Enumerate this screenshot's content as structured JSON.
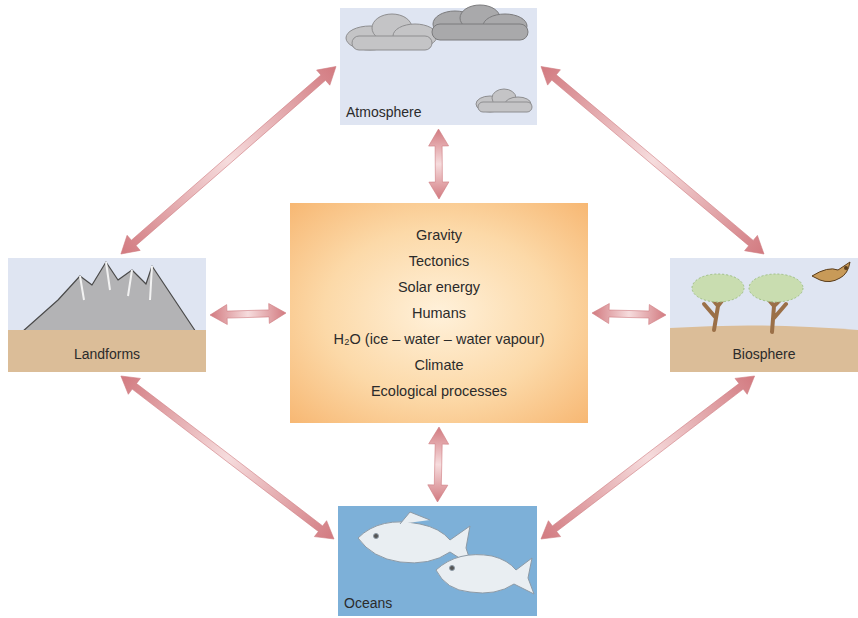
{
  "diagram": {
    "nodes": [
      {
        "text": [
          "Atmosphere"
        ]
      },
      {
        "text": [
          "Landforms"
        ]
      },
      {
        "text": [
          "Gravity",
          "Tectonics",
          "Solar energy",
          "Humans",
          "H₂O (ice – water – water vapour)",
          "Climate",
          "Ecological processes"
        ]
      },
      {
        "text": [
          "Biosphere"
        ]
      },
      {
        "text": [
          "Oceans"
        ]
      }
    ],
    "edges": [
      {
        "from": 2,
        "to": 0,
        "arrow": "both"
      },
      {
        "from": 2,
        "to": 1,
        "arrow": "both"
      },
      {
        "from": 2,
        "to": 3,
        "arrow": "both"
      },
      {
        "from": 2,
        "to": 4,
        "arrow": "both"
      },
      {
        "from": 0,
        "to": 1,
        "arrow": "both"
      },
      {
        "from": 0,
        "to": 3,
        "arrow": "both"
      },
      {
        "from": 1,
        "to": 4,
        "arrow": "both"
      },
      {
        "from": 3,
        "to": 4,
        "arrow": "both"
      }
    ]
  }
}
